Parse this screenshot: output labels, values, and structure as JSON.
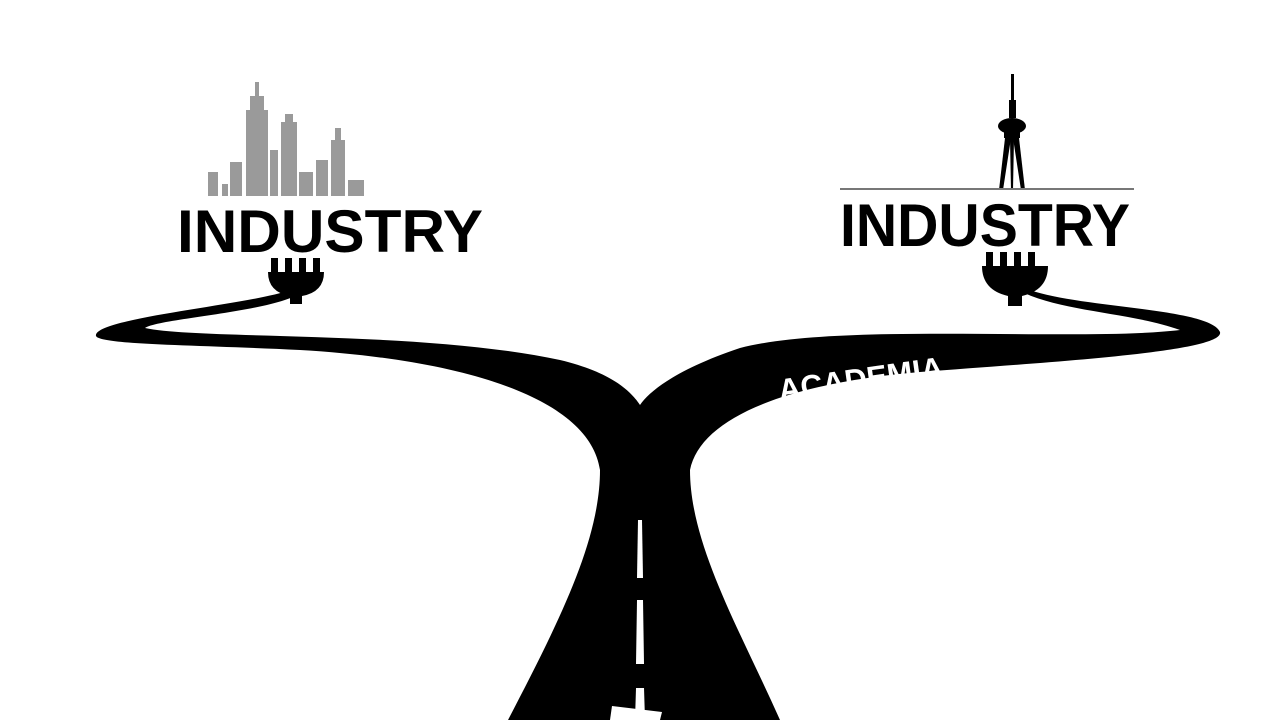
{
  "labels": {
    "left_destination": "INDUSTRY",
    "right_destination": "INDUSTRY",
    "road_branch": "ACADEMIA"
  },
  "icons": {
    "left_landmark": "city-skyline-icon",
    "right_landmark": "tv-tower-icon",
    "left_connector": "fork-icon",
    "right_connector": "fork-icon"
  },
  "colors": {
    "road": "#000000",
    "skyline": "#9a9a9a",
    "background": "#ffffff",
    "road_marking": "#ffffff"
  }
}
